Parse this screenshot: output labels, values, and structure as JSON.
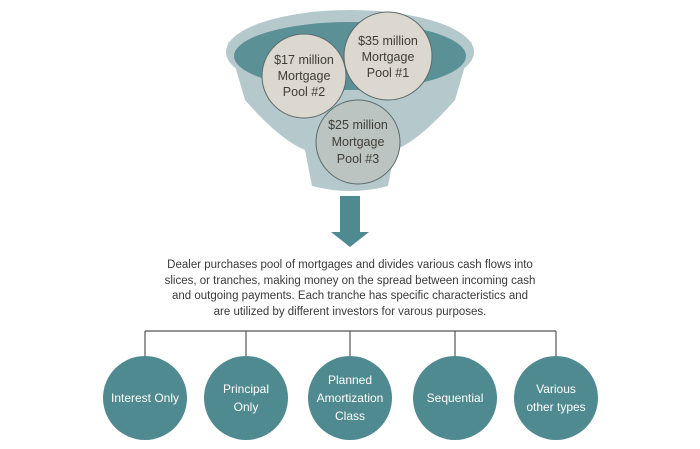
{
  "pools": [
    {
      "lines": [
        "$17 million",
        "Mortgage",
        "Pool #2"
      ]
    },
    {
      "lines": [
        "$35 million",
        "Mortgage",
        "Pool #1"
      ]
    },
    {
      "lines": [
        "$25 million",
        "Mortgage",
        "Pool #3"
      ]
    }
  ],
  "description": [
    "Dealer purchases pool of mortgages and divides various cash flows into",
    "slices, or tranches, making money on the spread between incoming cash",
    "and outgoing payments. Each tranche has specific characteristics and",
    "are utilized by different investors for varous purposes."
  ],
  "tranches": [
    {
      "lines": [
        "Interest Only"
      ]
    },
    {
      "lines": [
        "Principal",
        "Only"
      ]
    },
    {
      "lines": [
        "Planned",
        "Amortization",
        "Class"
      ]
    },
    {
      "lines": [
        "Sequential"
      ]
    },
    {
      "lines": [
        "Various",
        "other types"
      ]
    }
  ],
  "colors": {
    "funnel_light": "#b5c9cc",
    "funnel_rim": "#5b9196",
    "pool_fill": "#dcd7cf",
    "pool_fill_3": "#bcc4c2",
    "arrow": "#4f8a90",
    "tranche_fill": "#4f8a90",
    "connector": "#555555"
  }
}
